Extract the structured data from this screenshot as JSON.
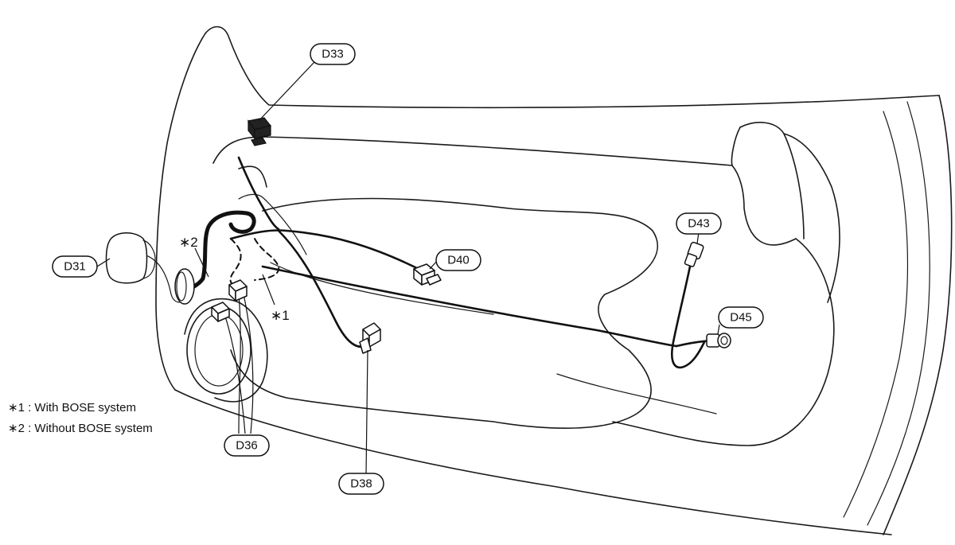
{
  "connectors": {
    "d33": "D33",
    "d31": "D31",
    "d36": "D36",
    "d38": "D38",
    "d40": "D40",
    "d43": "D43",
    "d45": "D45"
  },
  "callouts": {
    "star1": "∗1",
    "star2": "∗2"
  },
  "legend": {
    "note1": "∗1 : With BOSE system",
    "note2": "∗2 : Without BOSE system"
  }
}
